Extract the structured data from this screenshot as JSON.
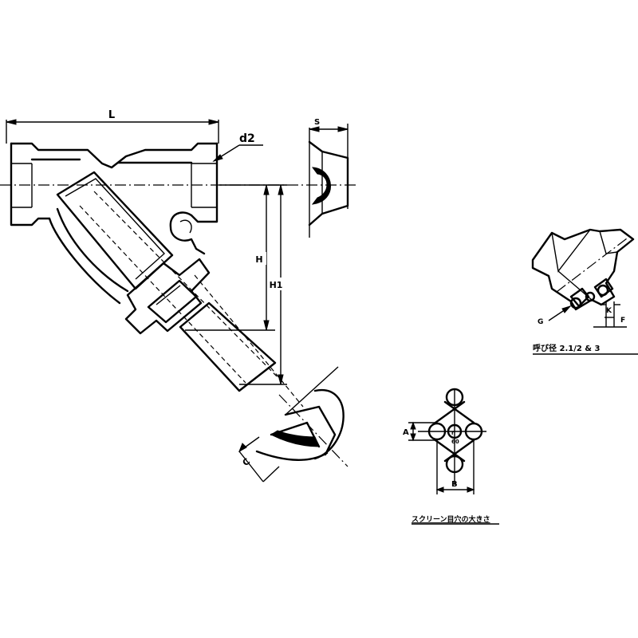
{
  "labels": {
    "L": "L",
    "d2": "d2",
    "S": "S",
    "H": "H",
    "H1": "H1",
    "C": "C",
    "A": "A",
    "B": "B",
    "G": "G",
    "F": "F",
    "K": "K",
    "sizes_note": "呼び径 2.1/2 & 3",
    "screen_note": "スクリーン目穴の大きさ"
  }
}
